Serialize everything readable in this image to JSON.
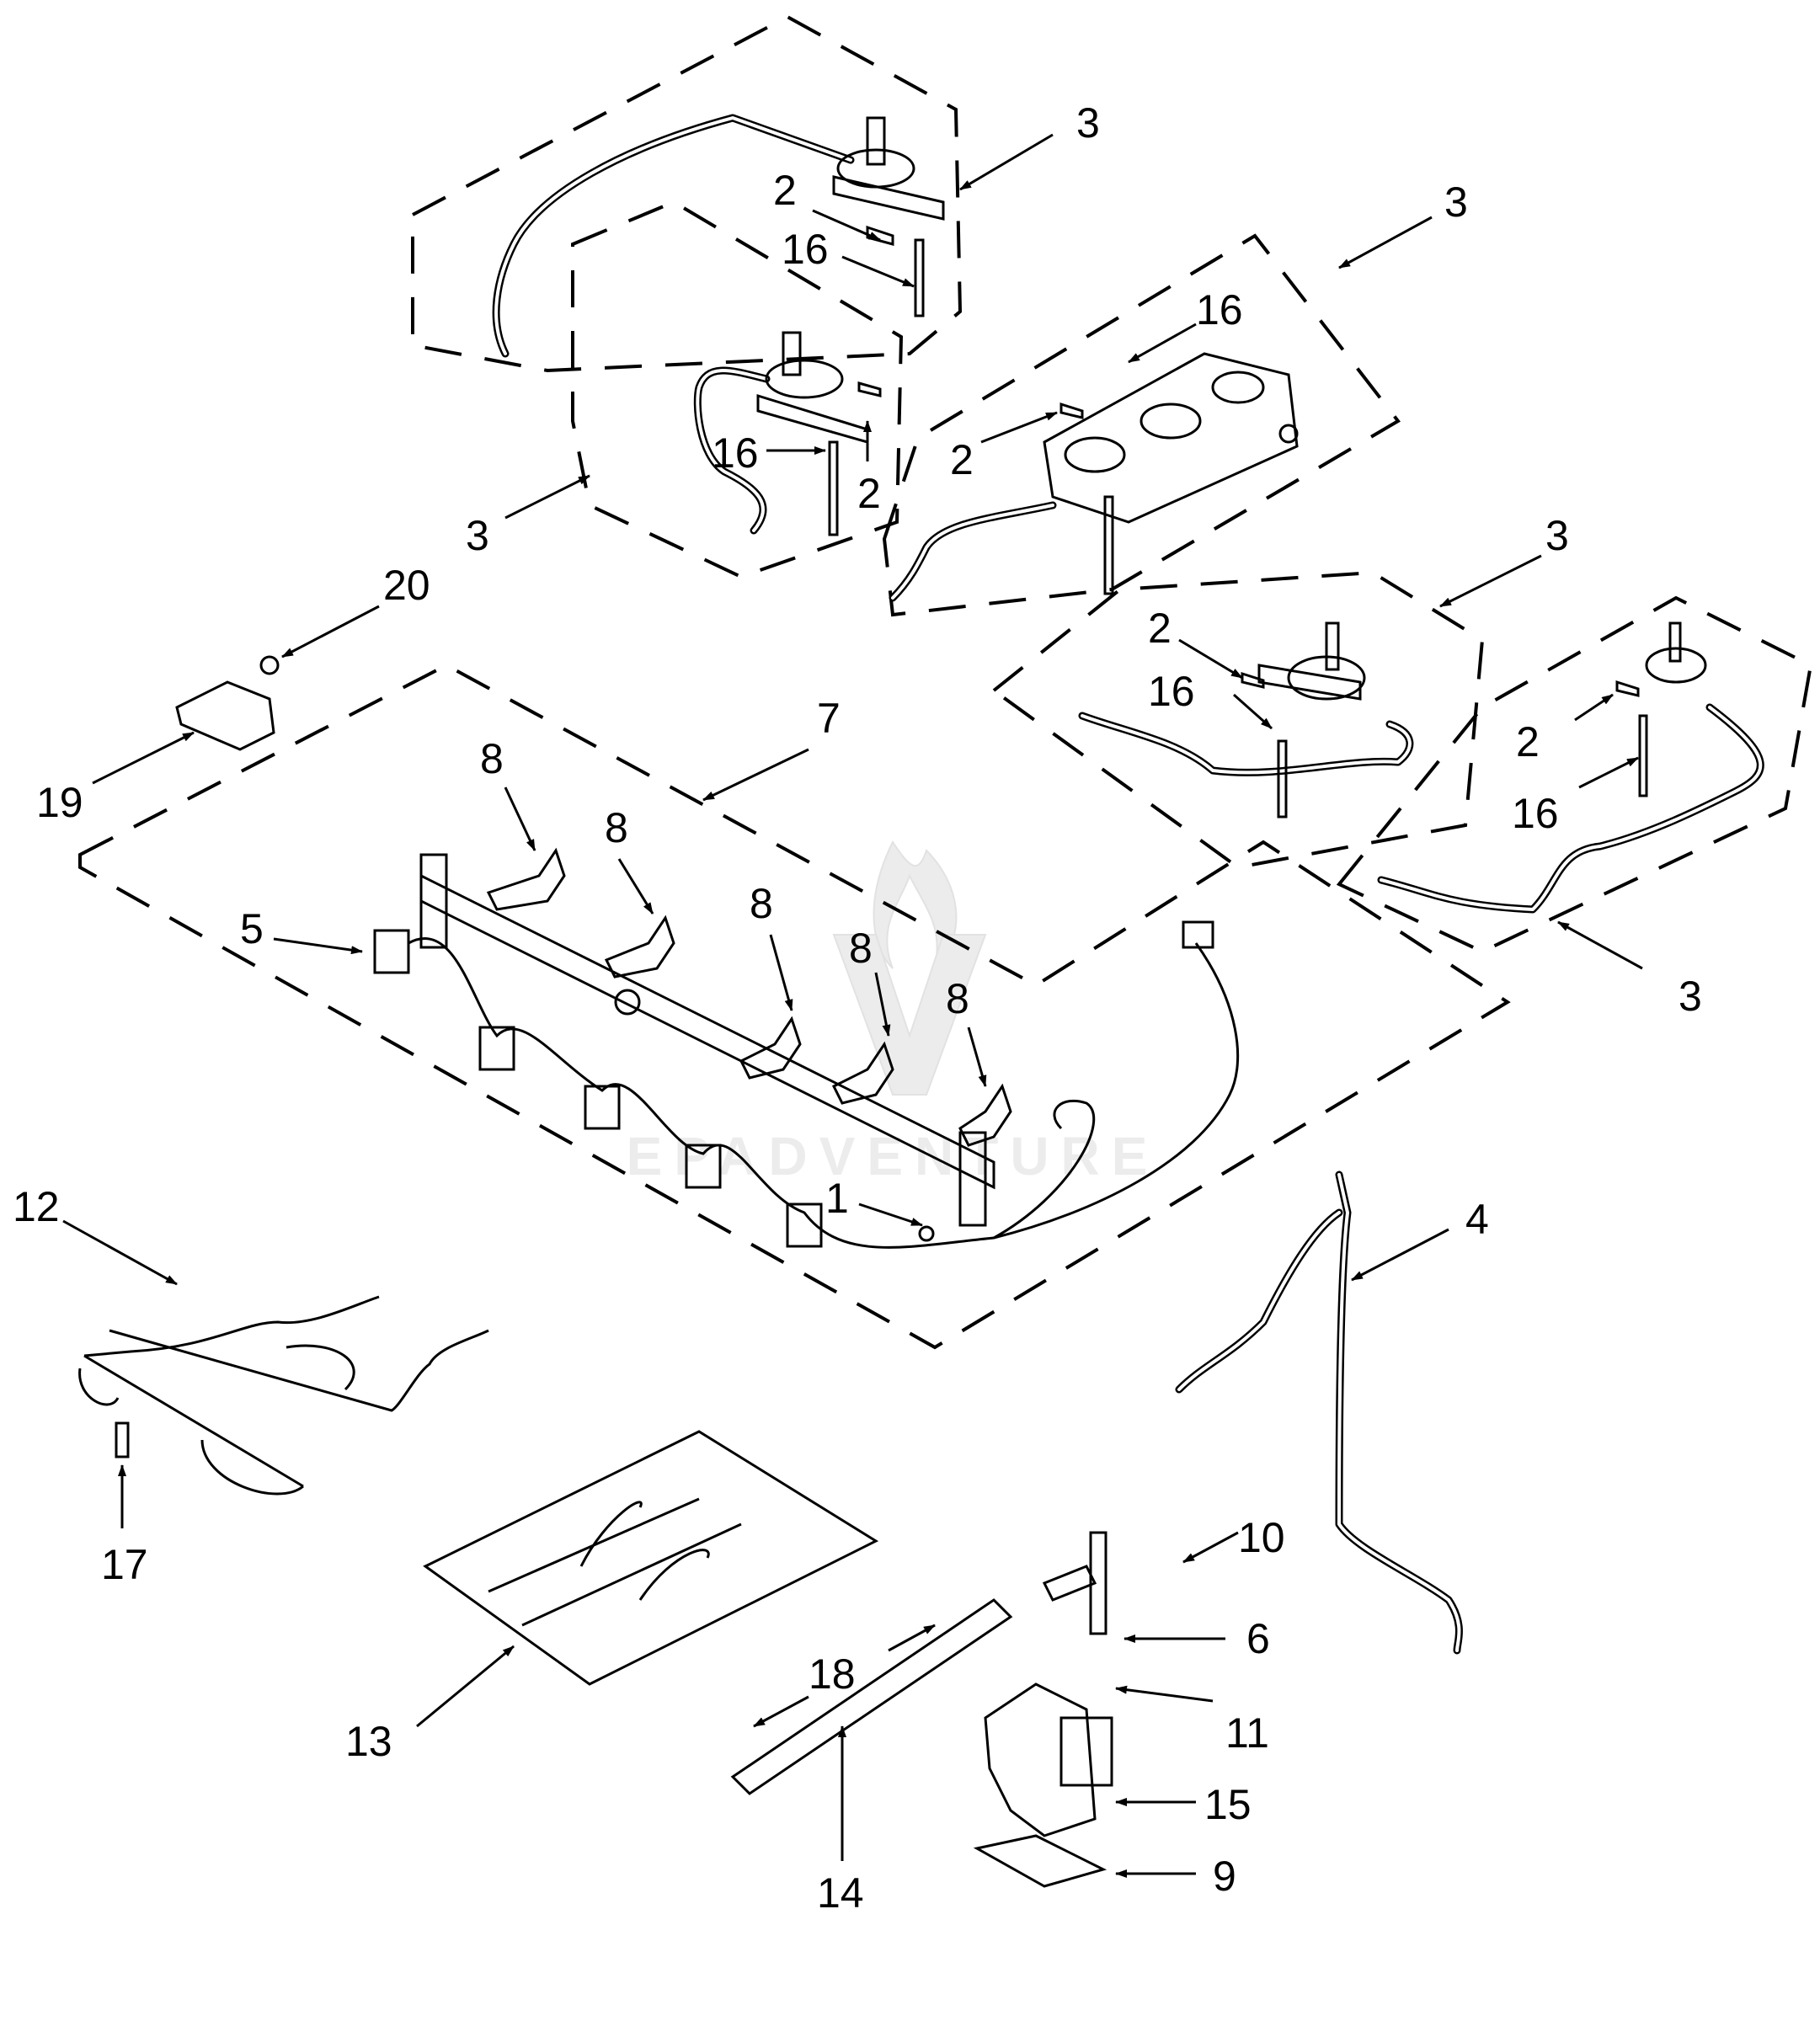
{
  "diagram": {
    "watermark": "EPADVENTURE",
    "callouts": [
      {
        "key": "c3a",
        "label": "3"
      },
      {
        "key": "c2a",
        "label": "2"
      },
      {
        "key": "c16a",
        "label": "16"
      },
      {
        "key": "c3b",
        "label": "3"
      },
      {
        "key": "c16b",
        "label": "16"
      },
      {
        "key": "c16c",
        "label": "16"
      },
      {
        "key": "c2b",
        "label": "2"
      },
      {
        "key": "c2c",
        "label": "2"
      },
      {
        "key": "c3c",
        "label": "3"
      },
      {
        "key": "c3d",
        "label": "3"
      },
      {
        "key": "c20",
        "label": "20"
      },
      {
        "key": "c2d",
        "label": "2"
      },
      {
        "key": "c16d",
        "label": "16"
      },
      {
        "key": "c2e",
        "label": "2"
      },
      {
        "key": "c16e",
        "label": "16"
      },
      {
        "key": "c19",
        "label": "19"
      },
      {
        "key": "c7",
        "label": "7"
      },
      {
        "key": "c8a",
        "label": "8"
      },
      {
        "key": "c8b",
        "label": "8"
      },
      {
        "key": "c8c",
        "label": "8"
      },
      {
        "key": "c8d",
        "label": "8"
      },
      {
        "key": "c8e",
        "label": "8"
      },
      {
        "key": "c5",
        "label": "5"
      },
      {
        "key": "c3e",
        "label": "3"
      },
      {
        "key": "c1",
        "label": "1"
      },
      {
        "key": "c12",
        "label": "12"
      },
      {
        "key": "c4",
        "label": "4"
      },
      {
        "key": "c17",
        "label": "17"
      },
      {
        "key": "c10",
        "label": "10"
      },
      {
        "key": "c6",
        "label": "6"
      },
      {
        "key": "c18",
        "label": "18"
      },
      {
        "key": "c11",
        "label": "11"
      },
      {
        "key": "c13",
        "label": "13"
      },
      {
        "key": "c15",
        "label": "15"
      },
      {
        "key": "c14",
        "label": "14"
      },
      {
        "key": "c9",
        "label": "9"
      }
    ]
  }
}
